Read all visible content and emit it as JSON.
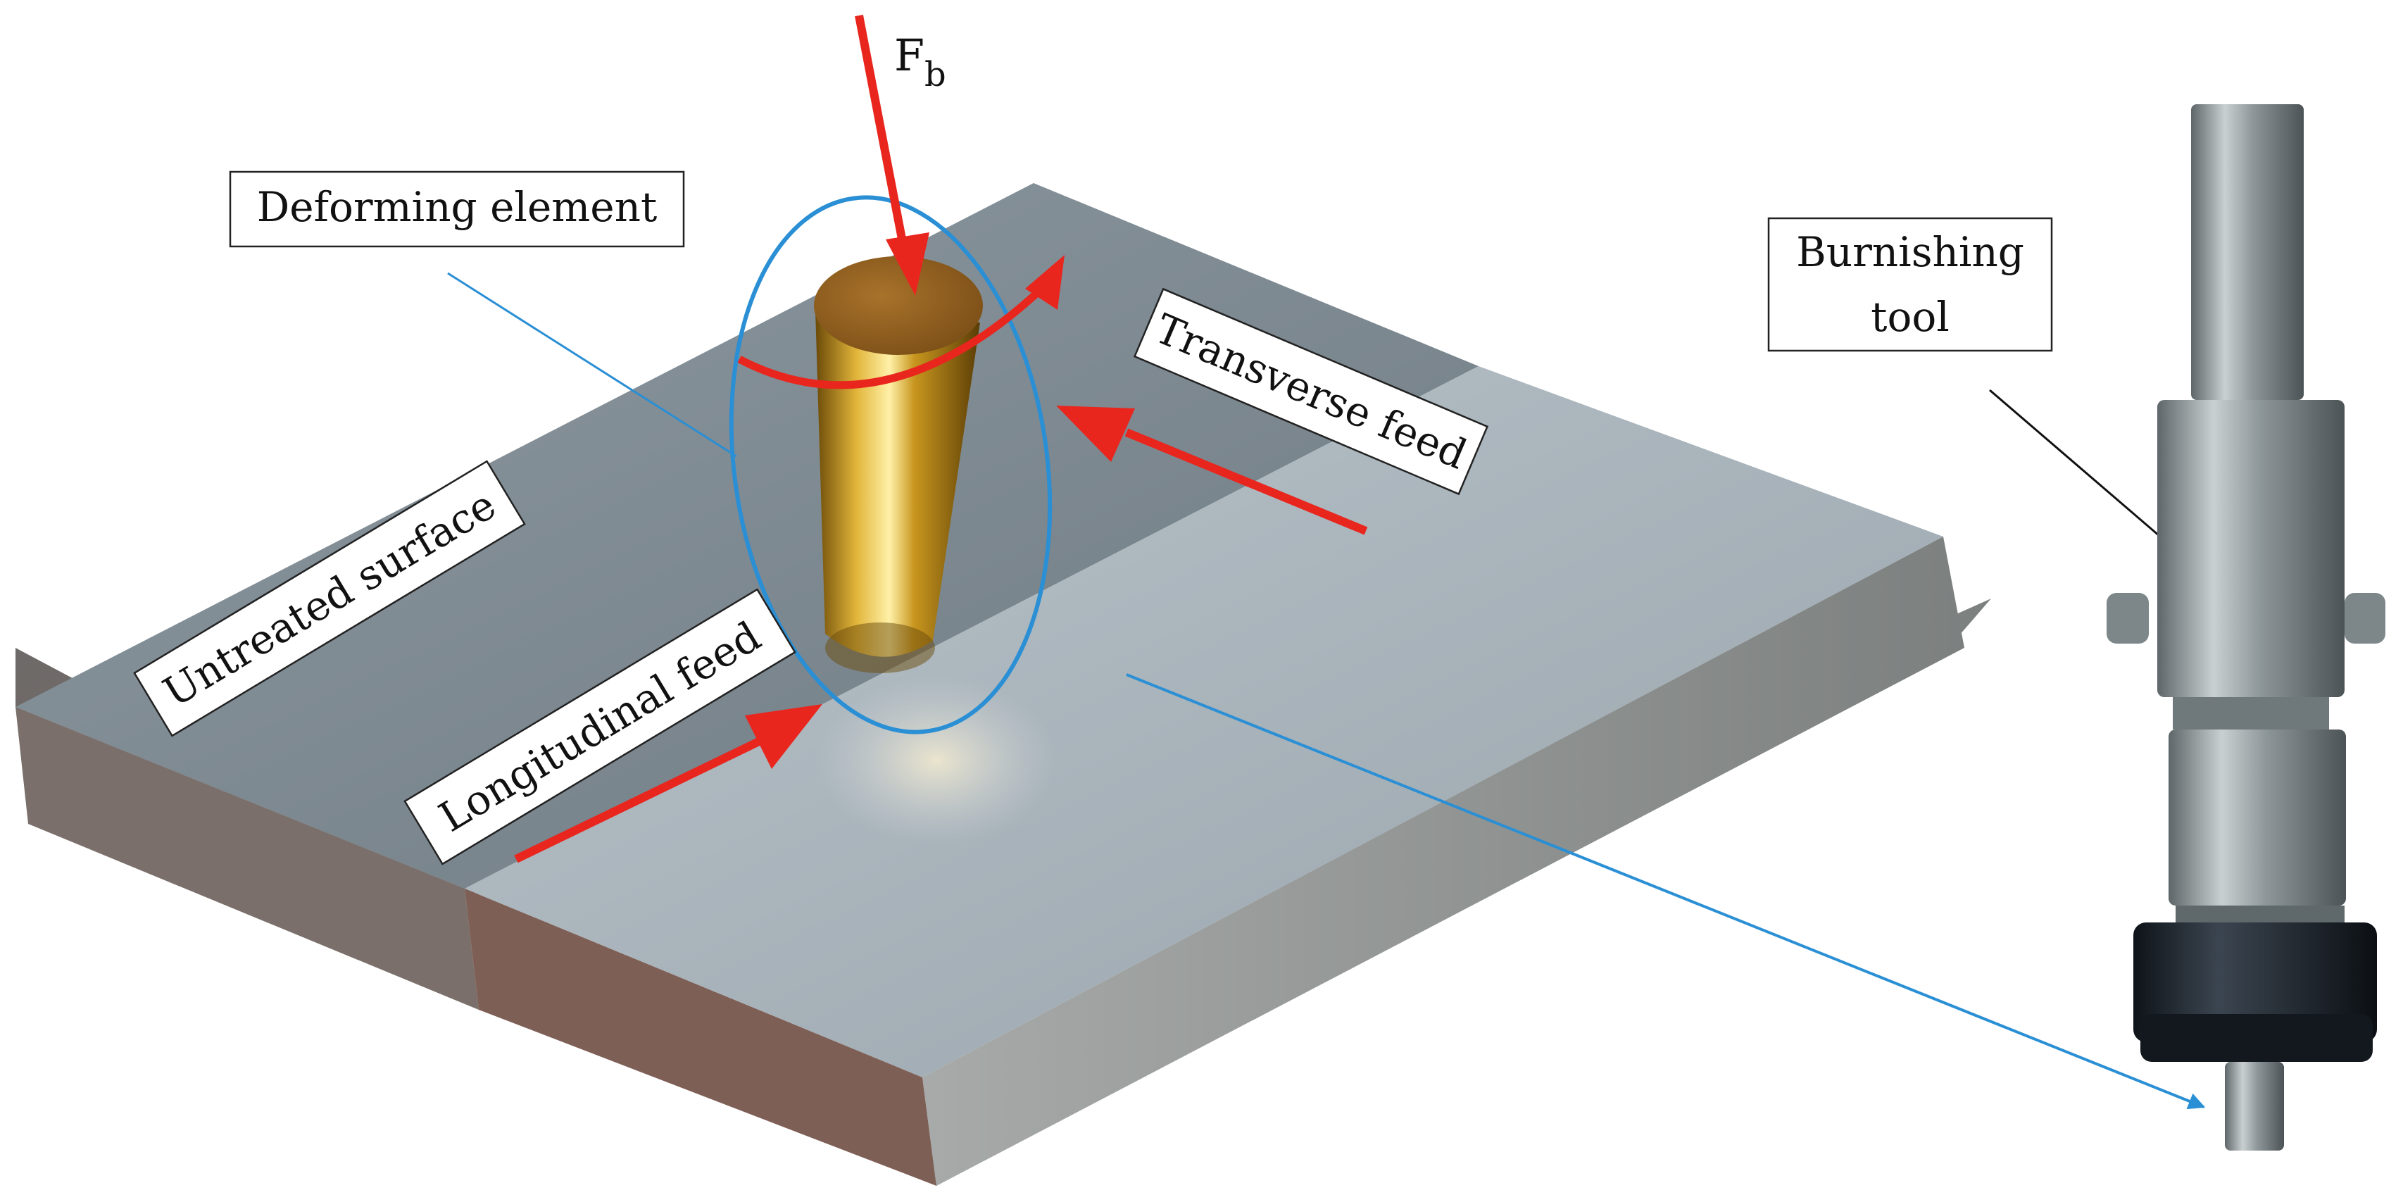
{
  "labels": {
    "force_symbol": "F",
    "force_subscript": "b",
    "deforming_element": "Deforming element",
    "transverse_feed": "Transverse feed",
    "untreated_surface": "Untreated surface",
    "longitudinal_feed": "Longitudinal feed",
    "burnishing_tool_line1": "Burnishing",
    "burnishing_tool_line2": "tool"
  },
  "colors": {
    "arrow_red": "#e8261e",
    "callout_blue": "#2a8fd4",
    "leader_black": "#111111",
    "plate_untreated": "#7f8c95",
    "plate_treated": "#a9b4bc",
    "plate_side_left": "#7b6b63",
    "plate_side_front": "#8a8d8c",
    "cylinder_gold": "#c79a23",
    "tool_steel": "#9aa3a6",
    "tool_nut": "#1c232b"
  }
}
